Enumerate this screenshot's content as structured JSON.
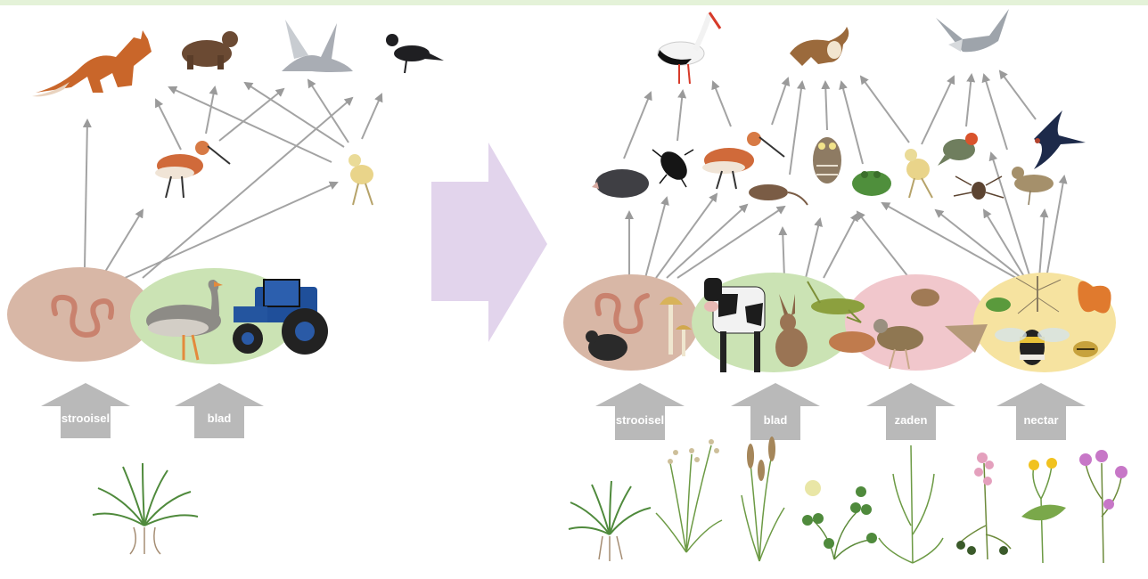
{
  "title_strip": "",
  "colors": {
    "arrow": "#9a9a9a",
    "food_arrow": "#b9b9b9",
    "litter_oval": "#d8b7a6",
    "leaf_oval": "#cbe3b4",
    "seed_oval": "#f1c7cc",
    "nectar_oval": "#f6e3a0",
    "transition_arrow": "#e2d4ec"
  },
  "left_panel": {
    "food_labels": [
      "strooisel",
      "blad"
    ],
    "top_predators": [
      "fox-icon",
      "marten-icon",
      "harrier-icon",
      "crow-icon"
    ],
    "middle_species": [
      "godwit-icon",
      "chick-icon"
    ],
    "base_species": [
      "earthworm-icon",
      "goose-icon",
      "tractor-icon"
    ],
    "plants": [
      "grass-plant-icon"
    ]
  },
  "right_panel": {
    "food_labels": [
      "strooisel",
      "blad",
      "zaden",
      "nectar"
    ],
    "top_predators": [
      "stork-icon",
      "weasel-icon",
      "harrier-icon"
    ],
    "middle_species": [
      "mole-icon",
      "beetle-icon",
      "godwit-icon",
      "shrew-icon",
      "owl-icon",
      "frog-icon",
      "chick-icon",
      "robin-icon",
      "spider-icon",
      "lark-icon",
      "swallow-icon"
    ],
    "base_species": [
      "earthworm-icon",
      "mushroom-icon",
      "dung-beetle-icon",
      "cow-icon",
      "hare-icon",
      "grasshopper-icon",
      "mouse-icon",
      "crake-icon",
      "moth-icon",
      "aphid-icon",
      "cranefly-icon",
      "butterfly-icon",
      "bumblebee-icon",
      "hoverfly-icon"
    ],
    "plants": [
      "grass-plant-icon",
      "meadow-grass-icon",
      "sedge-icon",
      "clover-icon",
      "shepherds-purse-icon",
      "pink-flower-icon",
      "buttercup-icon",
      "knapweed-icon"
    ]
  }
}
